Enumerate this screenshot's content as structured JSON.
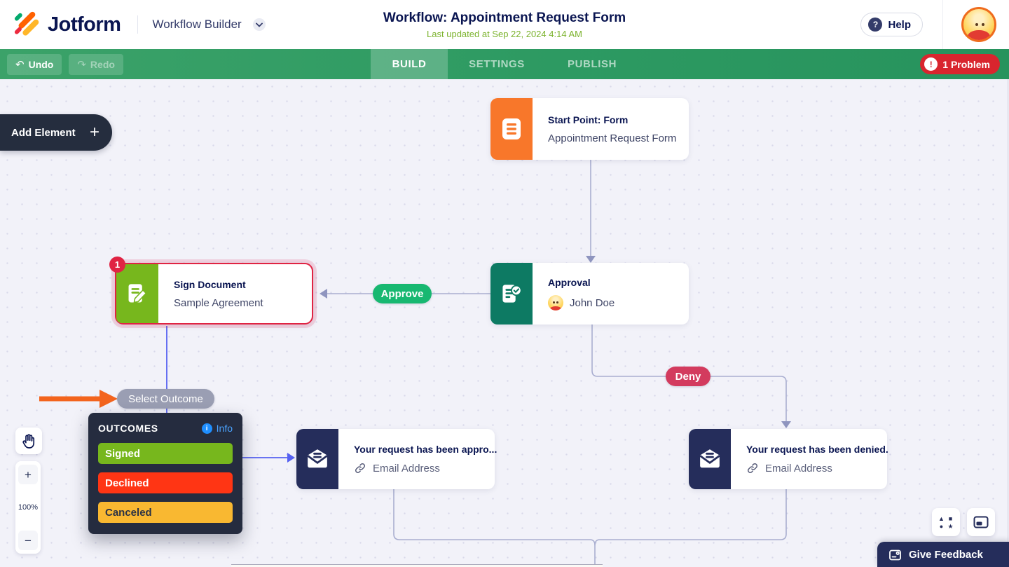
{
  "header": {
    "brand": "Jotform",
    "product": "Workflow Builder",
    "title": "Workflow: Appointment Request Form",
    "subtitle": "Last updated at Sep 22, 2024 4:14 AM",
    "help_label": "Help"
  },
  "toolbar": {
    "undo_label": "Undo",
    "redo_label": "Redo",
    "tabs": [
      {
        "label": "BUILD",
        "active": true
      },
      {
        "label": "SETTINGS",
        "active": false
      },
      {
        "label": "PUBLISH",
        "active": false
      }
    ],
    "problem_label": "1 Problem"
  },
  "canvas": {
    "add_element_label": "Add Element",
    "zoom_level": "100%",
    "nodes": {
      "start": {
        "title": "Start Point: Form",
        "subtitle": "Appointment Request Form"
      },
      "approval": {
        "title": "Approval",
        "assignee": "John Doe"
      },
      "sign": {
        "title": "Sign Document",
        "subtitle": "Sample Agreement",
        "error_count": "1"
      },
      "email_approved": {
        "title": "Your request has been appro...",
        "subtitle": "Email Address"
      },
      "email_denied": {
        "title": "Your request has been denied.",
        "subtitle": "Email Address"
      }
    },
    "edges": {
      "approve_label": "Approve",
      "deny_label": "Deny",
      "select_outcome_label": "Select Outcome"
    },
    "outcomes_panel": {
      "title": "OUTCOMES",
      "info_label": "Info",
      "options": [
        {
          "label": "Signed",
          "color": "#77b71d",
          "text_color": "#ffffff"
        },
        {
          "label": "Declined",
          "color": "#ff3514",
          "text_color": "#ffffff"
        },
        {
          "label": "Canceled",
          "color": "#f9b831",
          "text_color": "#2b3245"
        }
      ]
    },
    "feedback_label": "Give Feedback"
  },
  "colors": {
    "brand_navy": "#0a1551",
    "toolbar_green": "#2f9e66",
    "last_updated_green": "#7cb32e",
    "start_orange": "#f8772a",
    "approval_teal": "#0d7a63",
    "sign_green": "#77b71d",
    "email_navy": "#252d5b",
    "approve_pill": "#18b871",
    "deny_pill": "#d33b5e",
    "select_outcome_pill": "#9a9eb3",
    "error_red": "#e02343",
    "problem_red": "#d9252e",
    "connector": "#a9aed0",
    "connector_active": "#5661f1",
    "annotation_orange": "#f3641d",
    "canvas_bg": "#f2f2f9"
  }
}
